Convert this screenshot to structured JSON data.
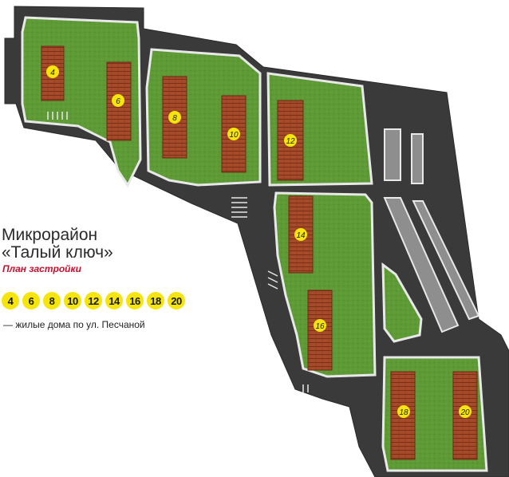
{
  "title_line1": "Микрорайон",
  "title_line2": "«Талый ключ»",
  "subtitle": "План застройки",
  "legend_numbers": [
    "4",
    "6",
    "8",
    "10",
    "12",
    "14",
    "16",
    "18",
    "20"
  ],
  "legend_caption": "— жилые дома по ул. Песчаной",
  "house_labels": [
    "4",
    "6",
    "8",
    "10",
    "12",
    "14",
    "16",
    "18",
    "20"
  ],
  "colors": {
    "road": "#3a3a3a",
    "grass": "#5e9a35",
    "roof": "#a34a2a",
    "marker": "#f5e50a",
    "curb": "#e8e8e8"
  },
  "icons": [
    "yellow-circle-marker"
  ]
}
